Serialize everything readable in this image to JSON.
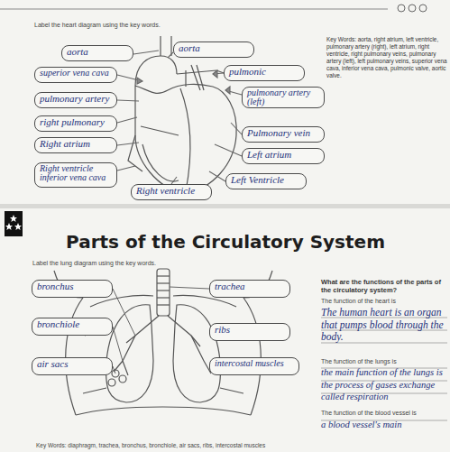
{
  "diagram": {
    "title": "Parts of the Circulatory System",
    "nodes": [
      {
        "text": [
          "aorta"
        ]
      },
      {
        "text": [
          "aorta"
        ]
      },
      {
        "text": [
          "superior vena cava"
        ]
      },
      {
        "text": [
          "pulmonic"
        ]
      },
      {
        "text": [
          "pulmonary artery"
        ]
      },
      {
        "text": [
          "pulmonary artery (left)"
        ]
      },
      {
        "text": [
          "right pulmonary"
        ]
      },
      {
        "text": [
          "Pulmonary vein"
        ]
      },
      {
        "text": [
          "Right atrium"
        ]
      },
      {
        "text": [
          "Left atrium"
        ]
      },
      {
        "text": [
          "Right ventricle",
          "inferior vena cava"
        ]
      },
      {
        "text": [
          "Left Ventricle"
        ]
      },
      {
        "text": [
          "Right ventricle"
        ]
      },
      {
        "text": [
          "bronchus"
        ]
      },
      {
        "text": [
          "trachea"
        ]
      },
      {
        "text": [
          "bronchiole"
        ]
      },
      {
        "text": [
          "ribs"
        ]
      },
      {
        "text": [
          "air sacs"
        ]
      },
      {
        "text": [
          "intercostal muscles"
        ]
      }
    ],
    "labels": [
      "Label the heart diagram using the key words.",
      "Key Words: aorta, right atrium, left ventricle, pulmonary artery (right), left atrium, right ventricle, right pulmonary veins, pulmonary artery (left), left pulmonary veins, superior vena cava, inferior vena cava, pulmonic valve, aortic valve.",
      "Label the lung diagram using the key words.",
      "What are the functions of the parts of the circulatory system?",
      "The function of the heart is",
      "The human heart is an organ that pumps blood through the body.",
      "The function of the lungs is",
      "the main function of the lungs is the process of gases exchange called respiration",
      "The function of the blood vessel is",
      "a blood vessel's main",
      "Key Words: diaphragm, trachea, bronchus, bronchiole, air sacs, ribs, intercostal muscles"
    ]
  }
}
